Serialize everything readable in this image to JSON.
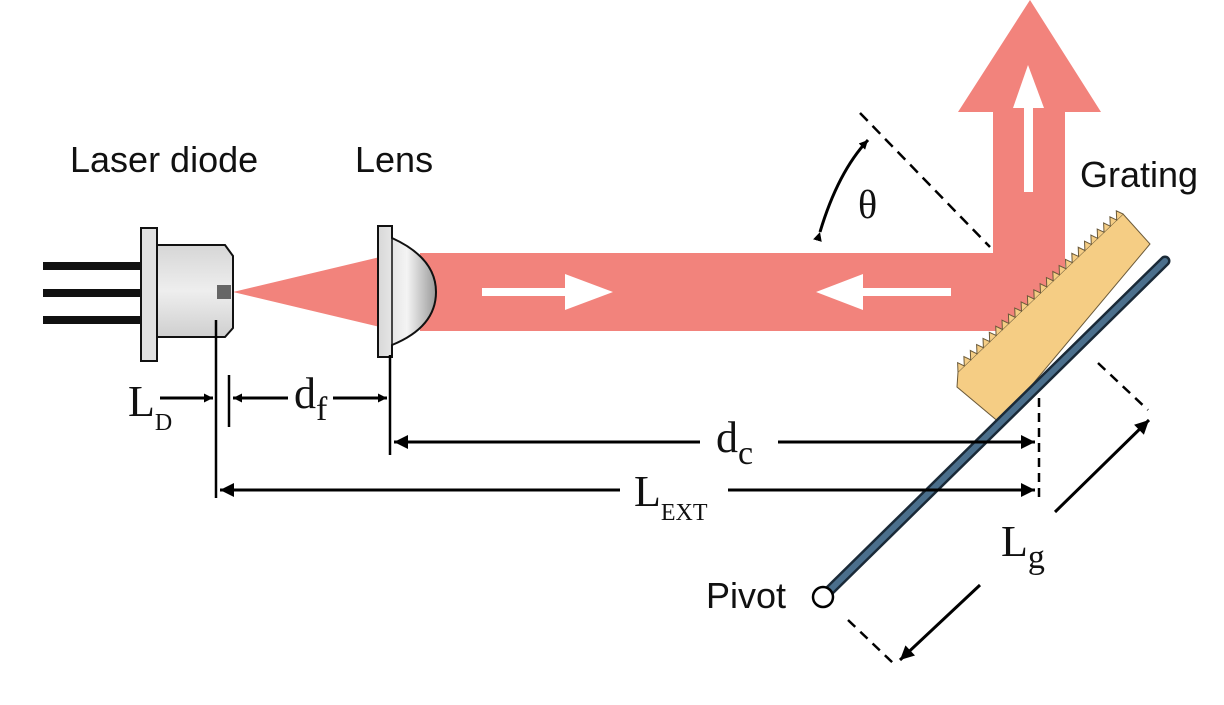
{
  "labels": {
    "laser_diode": "Laser diode",
    "lens": "Lens",
    "grating": "Grating",
    "pivot": "Pivot",
    "theta": "θ"
  },
  "dimensions": {
    "ld": {
      "main": "L",
      "sub": "D"
    },
    "df": {
      "main": "d",
      "sub": "f"
    },
    "dc": {
      "main": "d",
      "sub": "c"
    },
    "lext": {
      "main": "L",
      "sub": "EXT"
    },
    "lg": {
      "main": "L",
      "sub": "g"
    }
  },
  "colors": {
    "beam": "#f2837c",
    "grating_body": "#f5cd84",
    "grating_plate": "#3e5f78",
    "diode_body": "#e2e2e2",
    "line": "#000000"
  }
}
